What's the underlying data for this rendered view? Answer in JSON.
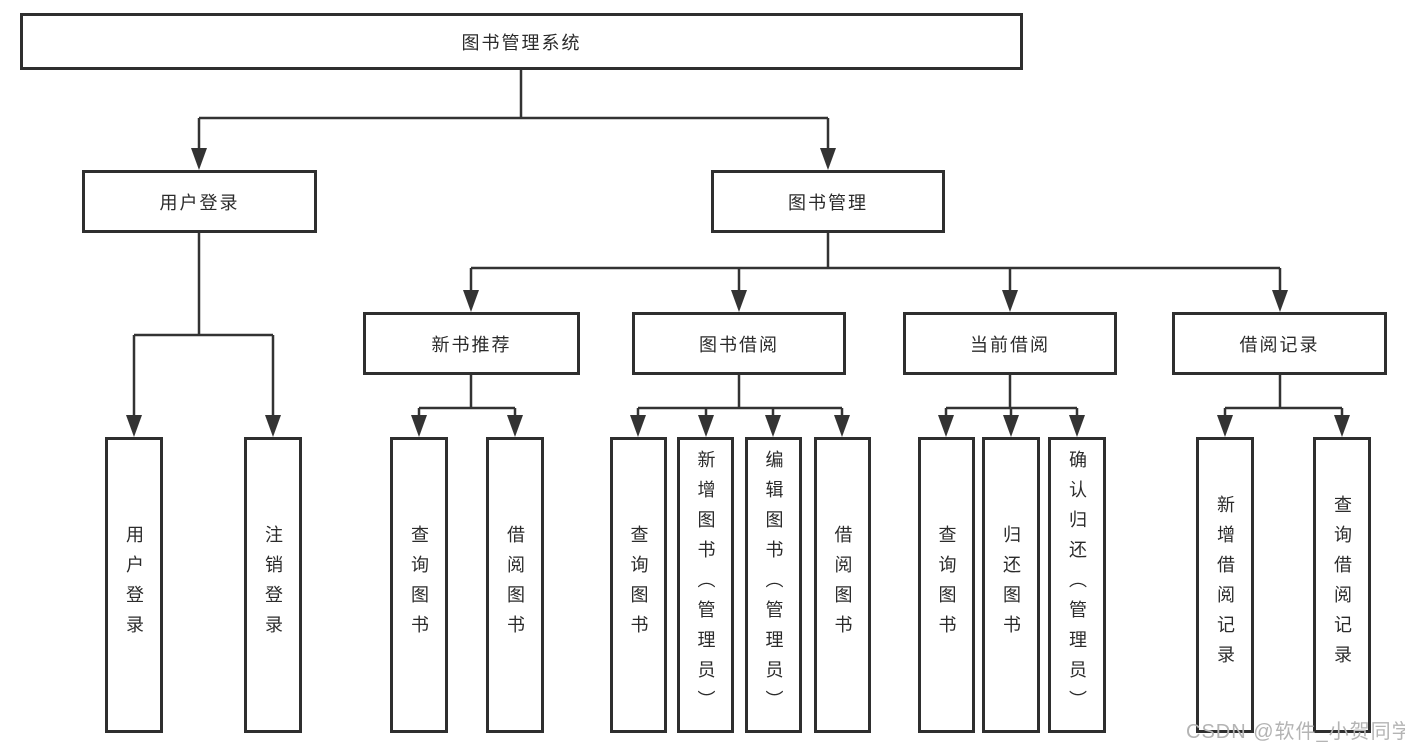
{
  "diagram": {
    "root": "图书管理系统",
    "branches": {
      "user_login": "用户登录",
      "book_management": "图书管理"
    },
    "modules": {
      "new_book_recommend": "新书推荐",
      "book_borrowing": "图书借阅",
      "current_borrowing": "当前借阅",
      "borrowing_records": "借阅记录"
    },
    "leaves": {
      "user_login": [
        "用户登录",
        "注销登录"
      ],
      "new_book_recommend": [
        "查询图书",
        "借阅图书"
      ],
      "book_borrowing": [
        "查询图书",
        "新增图书（管理员）",
        "编辑图书（管理员）",
        "借阅图书"
      ],
      "current_borrowing": [
        "查询图书",
        "归还图书",
        "确认归还（管理员）"
      ],
      "borrowing_records": [
        "新增借阅记录",
        "查询借阅记录"
      ]
    }
  },
  "watermark": "CSDN @软件_小贺同学",
  "colors": {
    "line": "#333333",
    "box_border": "#2f2f2f",
    "text": "#2b2b2b",
    "watermark": "#b4b4b4",
    "background": "#ffffff"
  }
}
